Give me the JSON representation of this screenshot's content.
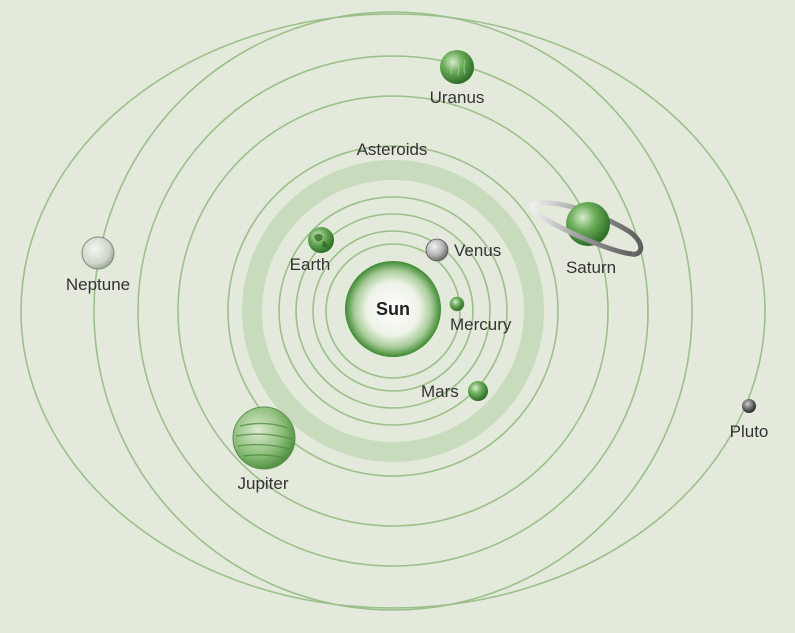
{
  "colors": {
    "background": "#e3eadb",
    "orbit": "#9cbf8c",
    "asteroid_belt": "#c9dbbd",
    "planet_green": "#5fa04e",
    "planet_gray": "#9b9b9b",
    "label_text": "#333333"
  },
  "sun": {
    "label": "Sun"
  },
  "asteroids": {
    "label": "Asteroids"
  },
  "planets": {
    "mercury": {
      "label": "Mercury"
    },
    "venus": {
      "label": "Venus"
    },
    "earth": {
      "label": "Earth"
    },
    "mars": {
      "label": "Mars"
    },
    "jupiter": {
      "label": "Jupiter"
    },
    "saturn": {
      "label": "Saturn"
    },
    "uranus": {
      "label": "Uranus"
    },
    "neptune": {
      "label": "Neptune"
    },
    "pluto": {
      "label": "Pluto"
    }
  }
}
